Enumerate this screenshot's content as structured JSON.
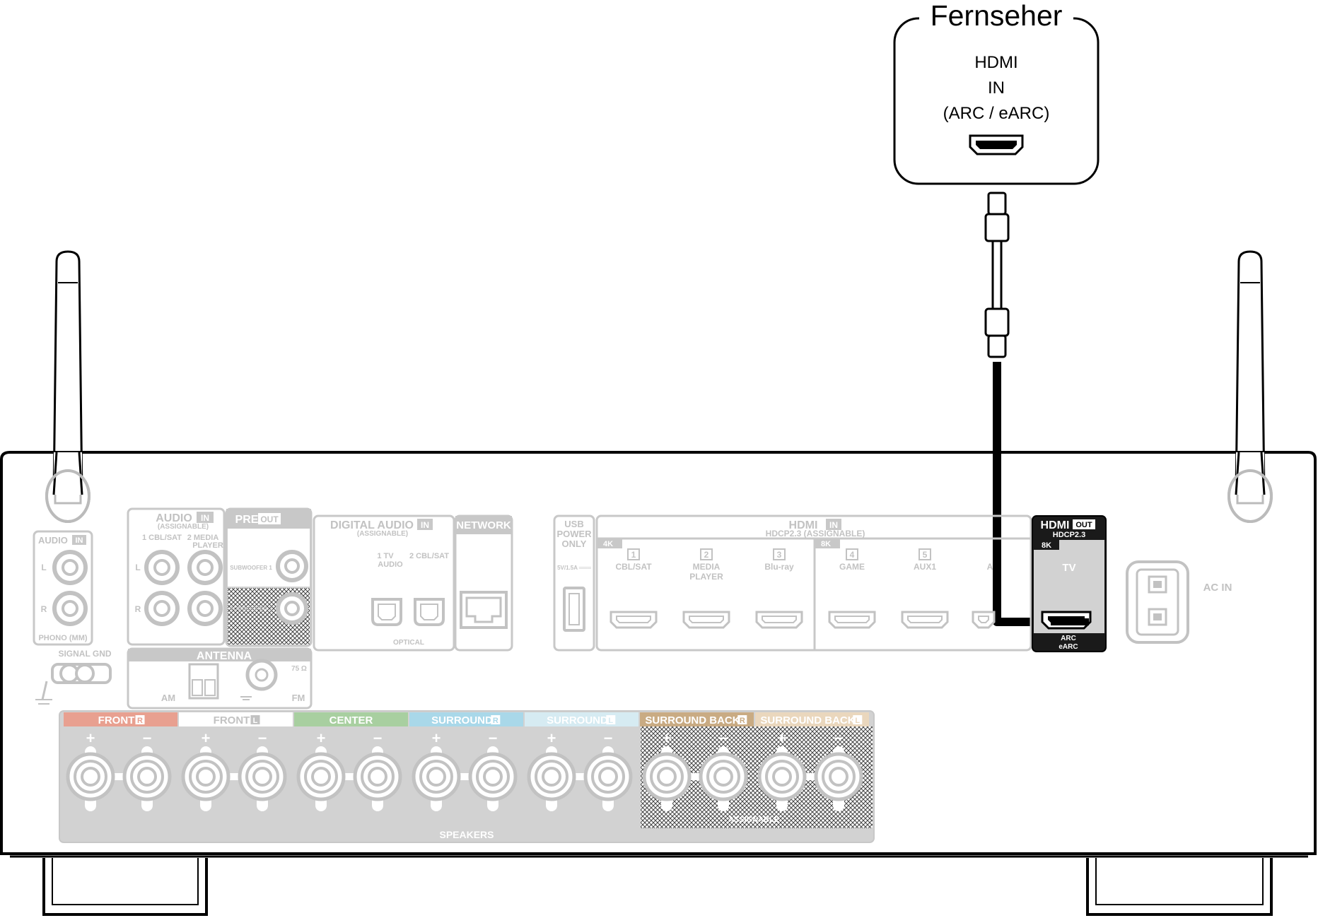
{
  "tv": {
    "title": "Fernseher",
    "port_line1": "HDMI",
    "port_line2": "IN",
    "port_line3": "(ARC / eARC)"
  },
  "receiver": {
    "audio_in_small": {
      "header": "AUDIO",
      "badge": "IN",
      "l": "L",
      "r": "R",
      "caption": "PHONO (MM)"
    },
    "signal_gnd": "SIGNAL GND",
    "audio_in": {
      "header": "AUDIO",
      "badge": "IN",
      "sub": "(ASSIGNABLE)",
      "col1": "1 CBL/SAT",
      "col2a": "2  MEDIA",
      "col2b": "PLAYER",
      "l": "L",
      "r": "R"
    },
    "pre_out": {
      "header": "PRE",
      "badge": "OUT",
      "sub1": "SUBWOOFER 1",
      "sub2": "SUBWOOFER 2"
    },
    "antenna": {
      "header": "ANTENNA",
      "am": "AM",
      "fm": "FM",
      "ohm": "75 Ω"
    },
    "digital_audio": {
      "header": "DIGITAL AUDIO",
      "badge": "IN",
      "sub": "(ASSIGNABLE)",
      "c1a": "1   TV",
      "c1b": "AUDIO",
      "c2": "2 CBL/SAT",
      "caption": "OPTICAL"
    },
    "network": {
      "header": "NETWORK"
    },
    "usb": {
      "l1": "USB",
      "l2": "POWER",
      "l3": "ONLY",
      "rating": "5V/1.5A ═══"
    },
    "hdmi_in": {
      "header": "HDMI",
      "badge": "IN",
      "sub": "HDCP2.3  (ASSIGNABLE)",
      "tag4k": "4K",
      "tag8k": "8K",
      "inputs": [
        {
          "num": "1",
          "label": "CBL/SAT",
          "label2": ""
        },
        {
          "num": "2",
          "label": "MEDIA",
          "label2": "PLAYER"
        },
        {
          "num": "3",
          "label": "Blu-ray",
          "label2": ""
        },
        {
          "num": "4",
          "label": "GAME",
          "label2": ""
        },
        {
          "num": "5",
          "label": "AUX1",
          "label2": ""
        },
        {
          "num": "",
          "label": "A",
          "label2": ""
        }
      ]
    },
    "hdmi_out": {
      "header": "HDMI",
      "badge": "OUT",
      "sub": "HDCP2.3",
      "tag8k": "8K",
      "tv": "TV",
      "arc": "ARC",
      "earc": "eARC"
    },
    "ac_in": "AC IN",
    "speakers": {
      "caption": "SPEAKERS",
      "assignable": "ASSIGNABLE",
      "channels": [
        {
          "name": "FRONT",
          "side": "R",
          "color": "#e8a090"
        },
        {
          "name": "FRONT",
          "side": "L",
          "color": "#ffffff"
        },
        {
          "name": "CENTER",
          "side": "",
          "color": "#a8cfa0"
        },
        {
          "name": "SURROUND",
          "side": "R",
          "color": "#a9d8e9"
        },
        {
          "name": "SURROUND",
          "side": "L",
          "color": "#d6ebf2"
        },
        {
          "name": "SURROUND BACK",
          "side": "R",
          "color": "#c9ab83"
        },
        {
          "name": "SURROUND BACK",
          "side": "L",
          "color": "#ead7bd"
        }
      ],
      "plus": "+",
      "minus": "−"
    }
  },
  "colors": {
    "line": "#000000",
    "panel_gray": "#d2d2d2",
    "hdmi_out_bg": "#1a1a1a"
  }
}
